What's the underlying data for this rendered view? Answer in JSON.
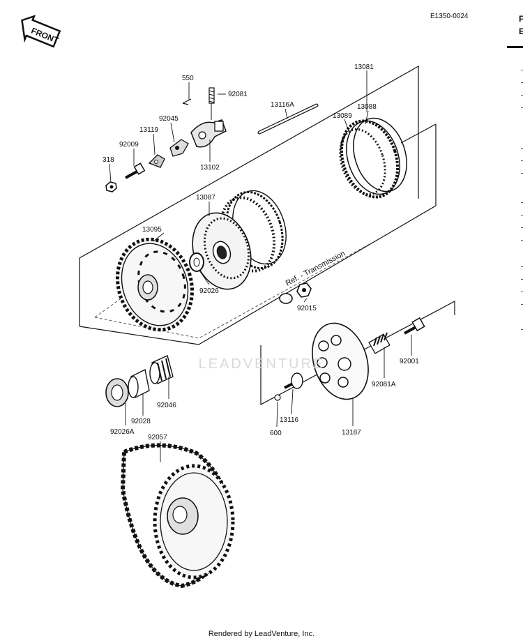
{
  "diagram_code": "E1350-0024",
  "front_label": "FRONT",
  "footer": "Rendered by LeadVenture, Inc.",
  "watermark": "LEADVENTURE",
  "reference_note": "Ref. - Transmission",
  "edge_chars": [
    "F",
    "E"
  ],
  "part_labels": {
    "p550": "550",
    "p92081": "92081",
    "p13116A": "13116A",
    "p13081": "13081",
    "p13089": "13089",
    "p13088": "13088",
    "p92045": "92045",
    "p13119": "13119",
    "p92009": "92009",
    "p318": "318",
    "p13102": "13102",
    "p13087": "13087",
    "p13095": "13095",
    "p92026": "92026",
    "p92015": "92015",
    "p92001": "92001",
    "p92081A": "92081A",
    "p13116": "13116",
    "p600": "600",
    "p13187": "13187",
    "p92046": "92046",
    "p92028": "92028",
    "p92026A": "92026A",
    "p92057": "92057"
  }
}
